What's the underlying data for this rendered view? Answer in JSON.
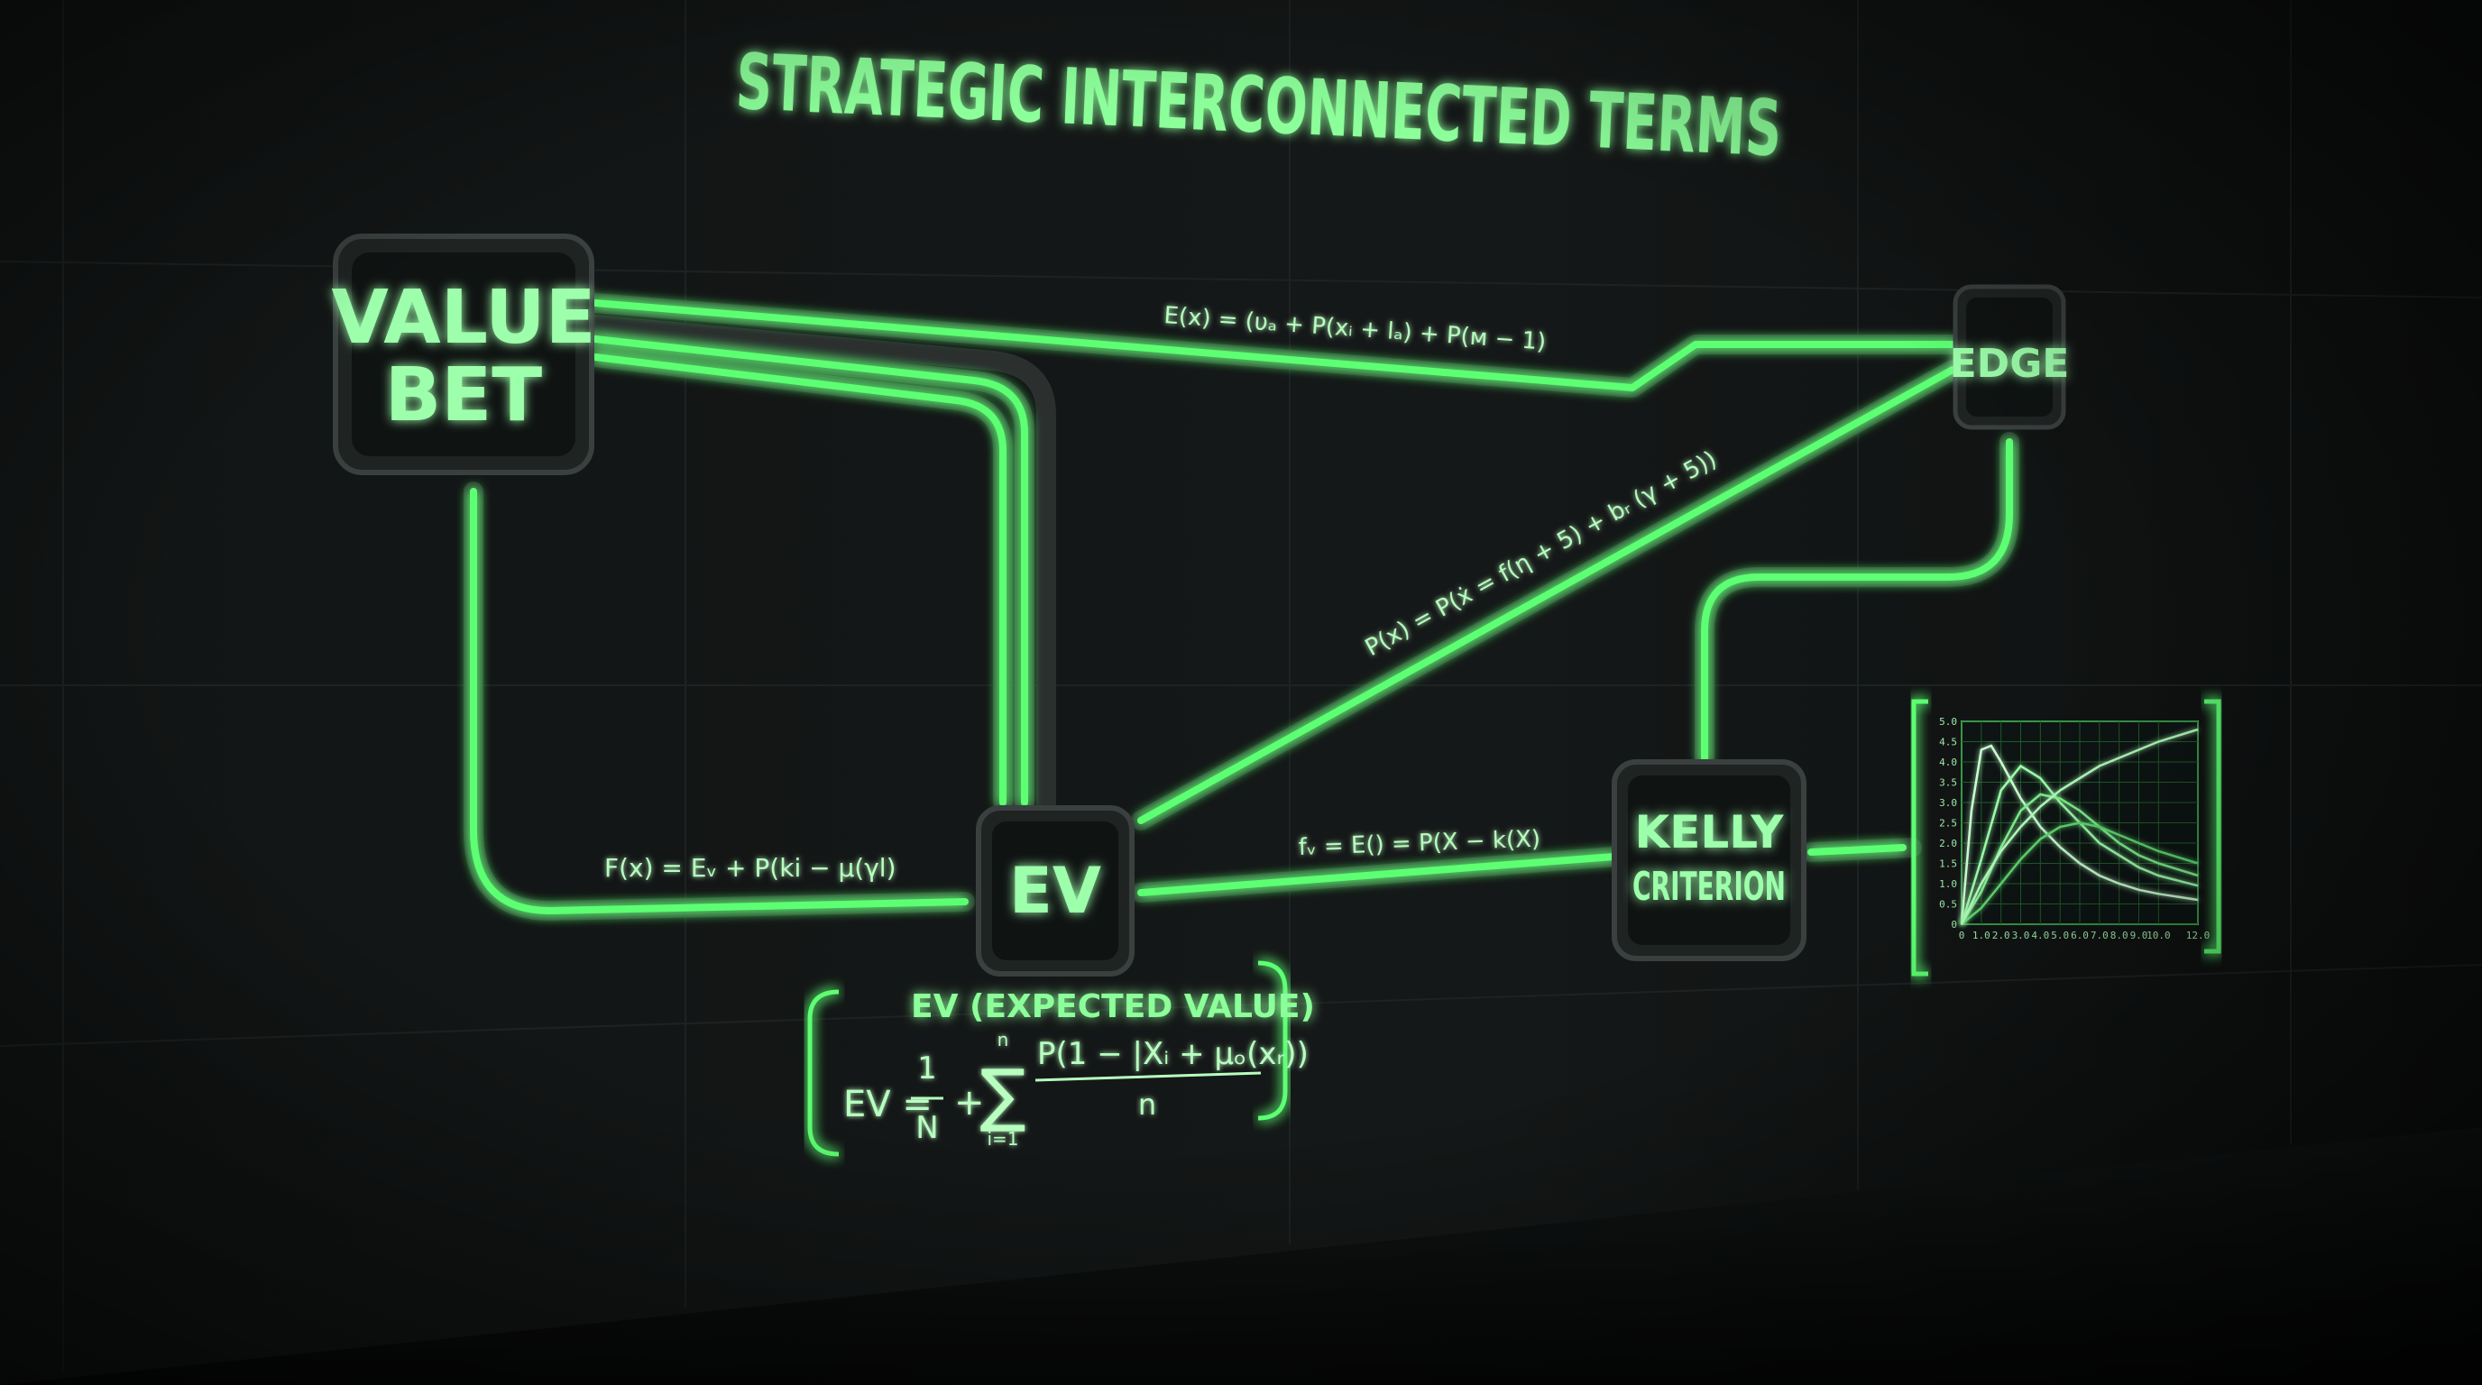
{
  "title": "STRATEGIC INTERCONNECTED TERMS",
  "colors": {
    "neon": "#5dff73",
    "glow": "#8cff9a",
    "wall": "#101313",
    "node": "#121615"
  },
  "nodes": {
    "value_bet": {
      "line1": "VALUE",
      "line2": "BET"
    },
    "edge": {
      "label": "EDGE"
    },
    "ev": {
      "label": "EV"
    },
    "kelly": {
      "line1": "KELLY",
      "line2": "CRITERION"
    }
  },
  "formulas": {
    "top": "E(x) = (υₐ + P(xᵢ + lₐ) + P(ᴍ − 1)",
    "diagonal": "P(x) = P(ẋ = f(η + 5) + bᵣ (γ + 5))",
    "left": "F(x) = Eᵥ + P(ki − μ(γl)",
    "middle": "fᵥ = E() = P(X − k(X)"
  },
  "ev_box": {
    "heading": "EV (EXPECTED VALUE)",
    "lhs": "EV =",
    "frac_num": "1",
    "frac_den": "N",
    "plus": "+",
    "sum_top": "n",
    "sum_sym": "∑",
    "sum_bottom": "i=1",
    "numerator": "P(1 − |Xᵢ + μₒ(xᵣ))",
    "denominator": "n"
  },
  "chart_data": {
    "type": "line",
    "x_ticks": [
      "0",
      "1.0",
      "2.0",
      "3.0",
      "4.0",
      "5.0",
      "6.0",
      "7.0",
      "8.0",
      "9.0",
      "10.0",
      "12.0"
    ],
    "y_ticks": [
      "0",
      "0.5",
      "1.0",
      "1.5",
      "2.0",
      "2.5",
      "3.0",
      "3.5",
      "4.0",
      "4.5",
      "5.0"
    ],
    "xlim": [
      0,
      12
    ],
    "ylim": [
      0,
      5
    ],
    "series": [
      {
        "x": [
          0,
          0.5,
          1,
          1.5,
          2,
          3,
          4,
          5,
          6,
          7,
          8,
          9,
          10,
          12
        ],
        "y": [
          0,
          2.8,
          4.3,
          4.4,
          4.0,
          3.1,
          2.4,
          1.9,
          1.5,
          1.2,
          1.0,
          0.85,
          0.75,
          0.6
        ]
      },
      {
        "x": [
          0,
          1,
          2,
          3,
          4,
          5,
          6,
          7,
          8,
          9,
          10,
          12
        ],
        "y": [
          0,
          1.6,
          3.3,
          3.9,
          3.6,
          3.0,
          2.5,
          2.0,
          1.7,
          1.4,
          1.2,
          0.95
        ]
      },
      {
        "x": [
          0,
          1,
          2,
          3,
          4,
          5,
          6,
          7,
          8,
          9,
          10,
          12
        ],
        "y": [
          0,
          0.8,
          1.9,
          2.8,
          3.2,
          3.1,
          2.8,
          2.4,
          2.0,
          1.7,
          1.5,
          1.2
        ]
      },
      {
        "x": [
          0,
          1,
          2,
          3,
          4,
          5,
          6,
          7,
          8,
          9,
          10,
          12
        ],
        "y": [
          0,
          0.4,
          1.0,
          1.6,
          2.1,
          2.4,
          2.5,
          2.4,
          2.2,
          2.0,
          1.8,
          1.5
        ]
      },
      {
        "x": [
          0,
          1,
          2,
          3,
          4,
          5,
          6,
          7,
          8,
          9,
          10,
          12
        ],
        "y": [
          0,
          1.0,
          1.8,
          2.4,
          2.9,
          3.3,
          3.6,
          3.9,
          4.1,
          4.3,
          4.5,
          4.8
        ]
      }
    ]
  }
}
